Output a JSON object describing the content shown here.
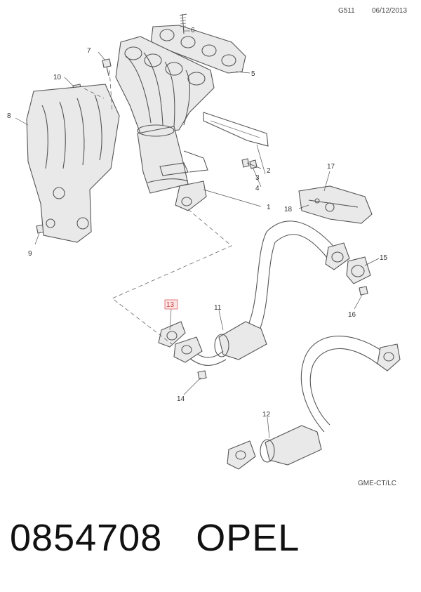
{
  "header": {
    "code": "G511",
    "date": "06/12/2013"
  },
  "footer": {
    "code": "GME-CT/LC"
  },
  "part": {
    "number": "0854708",
    "brand": "OPEL"
  },
  "callouts": {
    "c1": "1",
    "c2": "2",
    "c3": "3",
    "c4": "4",
    "c5": "5",
    "c6": "6",
    "c7": "7",
    "c8": "8",
    "c9": "9",
    "c10": "10",
    "c11": "11",
    "c12": "12",
    "c13": "13",
    "c14": "14",
    "c15": "15",
    "c16": "16",
    "c17": "17",
    "c18": "18"
  },
  "colors": {
    "highlight": "#e06060",
    "line": "#555555"
  }
}
